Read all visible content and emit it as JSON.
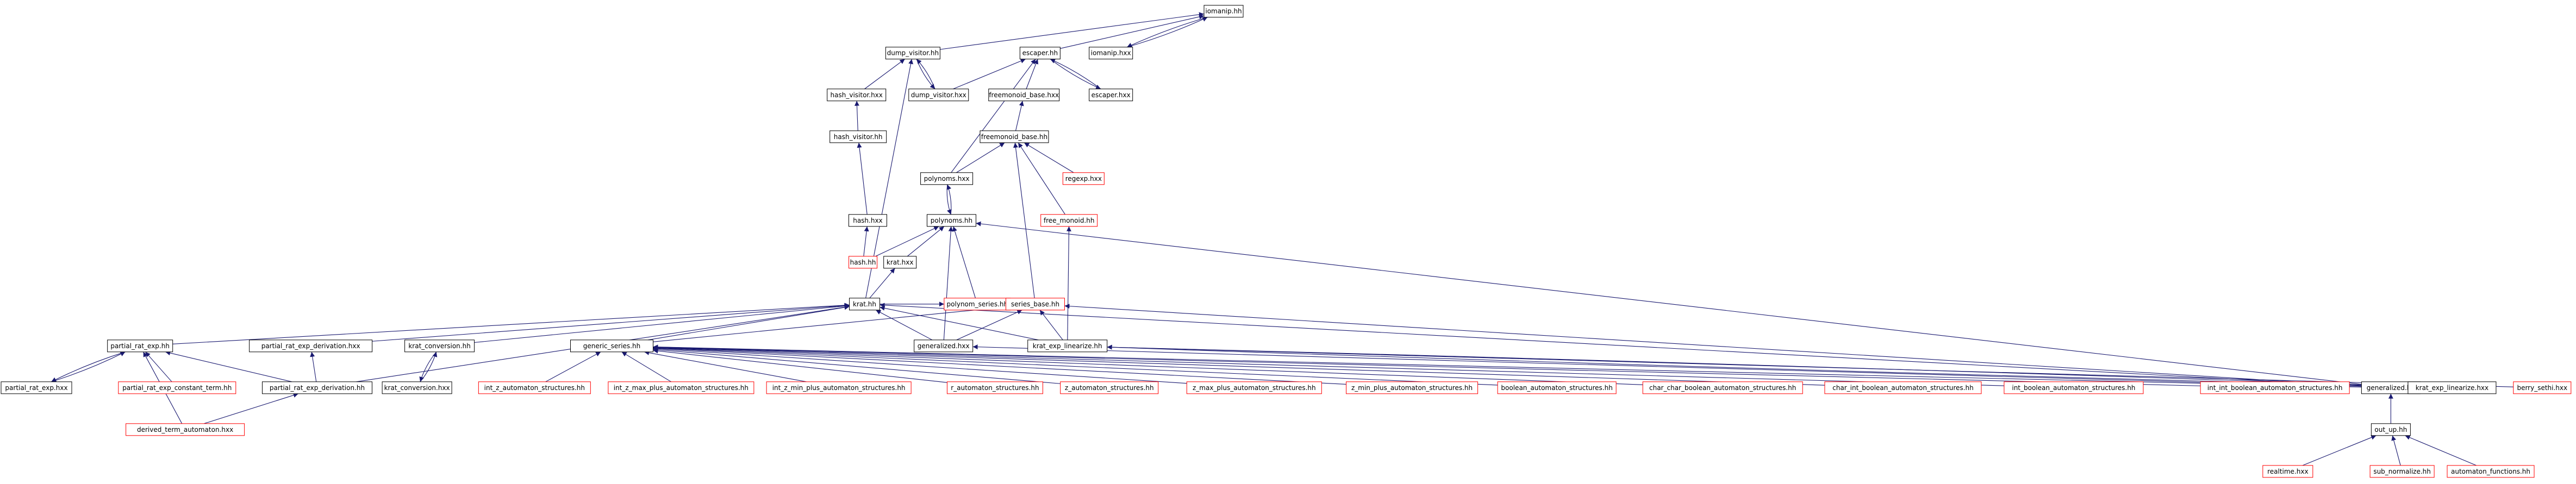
{
  "colors": {
    "edge": "#191970",
    "node_border_default": "#000000",
    "node_border_red": "#ff0000",
    "root_fill": "#bfbfbf",
    "node_fill": "#ffffff",
    "text": "#000000"
  },
  "nodes": [
    {
      "id": "iomanip_hh",
      "label": "iomanip.hh",
      "style": "root"
    },
    {
      "id": "dump_visitor_hh",
      "label": "dump_visitor.hh",
      "style": "black"
    },
    {
      "id": "escaper_hh",
      "label": "escaper.hh",
      "style": "black"
    },
    {
      "id": "iomanip_hxx",
      "label": "iomanip.hxx",
      "style": "black"
    },
    {
      "id": "hash_visitor_hxx",
      "label": "hash_visitor.hxx",
      "style": "black"
    },
    {
      "id": "dump_visitor_hxx",
      "label": "dump_visitor.hxx",
      "style": "black"
    },
    {
      "id": "freemonoid_base_hxx",
      "label": "freemonoid_base.hxx",
      "style": "black"
    },
    {
      "id": "escaper_hxx",
      "label": "escaper.hxx",
      "style": "black"
    },
    {
      "id": "hash_visitor_hh",
      "label": "hash_visitor.hh",
      "style": "black"
    },
    {
      "id": "freemonoid_base_hh",
      "label": "freemonoid_base.hh",
      "style": "black"
    },
    {
      "id": "polynoms_hxx",
      "label": "polynoms.hxx",
      "style": "black"
    },
    {
      "id": "regexp_hxx",
      "label": "regexp.hxx",
      "style": "red"
    },
    {
      "id": "hash_hxx",
      "label": "hash.hxx",
      "style": "black"
    },
    {
      "id": "polynoms_hh",
      "label": "polynoms.hh",
      "style": "black"
    },
    {
      "id": "free_monoid_hh",
      "label": "free_monoid.hh",
      "style": "red"
    },
    {
      "id": "hash_hh",
      "label": "hash.hh",
      "style": "red"
    },
    {
      "id": "krat_hxx",
      "label": "krat.hxx",
      "style": "black"
    },
    {
      "id": "polynom_series_hh",
      "label": "polynom_series.hh",
      "style": "red"
    },
    {
      "id": "krat_hh",
      "label": "krat.hh",
      "style": "black"
    },
    {
      "id": "series_base_hh",
      "label": "series_base.hh",
      "style": "red"
    },
    {
      "id": "partial_rat_exp_hh",
      "label": "partial_rat_exp.hh",
      "style": "black"
    },
    {
      "id": "partial_rat_exp_derivation_hxx",
      "label": "partial_rat_exp_derivation.hxx",
      "style": "black"
    },
    {
      "id": "krat_conversion_hh",
      "label": "krat_conversion.hh",
      "style": "black"
    },
    {
      "id": "generic_series_hh",
      "label": "generic_series.hh",
      "style": "black"
    },
    {
      "id": "krat_exp_linearize_hh",
      "label": "krat_exp_linearize.hh",
      "style": "black"
    },
    {
      "id": "generalized_hxx",
      "label": "generalized.hxx",
      "style": "black"
    },
    {
      "id": "partial_rat_exp_hxx",
      "label": "partial_rat_exp.hxx",
      "style": "black"
    },
    {
      "id": "partial_rat_exp_constant_term_hh",
      "label": "partial_rat_exp_constant_term.hh",
      "style": "red"
    },
    {
      "id": "partial_rat_exp_derivation_hh",
      "label": "partial_rat_exp_derivation.hh",
      "style": "black"
    },
    {
      "id": "krat_conversion_hxx",
      "label": "krat_conversion.hxx",
      "style": "black"
    },
    {
      "id": "int_z_automaton_structures_hh",
      "label": "int_z_automaton_structures.hh",
      "style": "red"
    },
    {
      "id": "int_z_max_plus_automaton_structures_hh",
      "label": "int_z_max_plus_automaton_structures.hh",
      "style": "red"
    },
    {
      "id": "int_z_min_plus_automaton_structures_hh",
      "label": "int_z_min_plus_automaton_structures.hh",
      "style": "red"
    },
    {
      "id": "r_automaton_structures_hh",
      "label": "r_automaton_structures.hh",
      "style": "red"
    },
    {
      "id": "z_automaton_structures_hh",
      "label": "z_automaton_structures.hh",
      "style": "red"
    },
    {
      "id": "z_max_plus_automaton_structures_hh",
      "label": "z_max_plus_automaton_structures.hh",
      "style": "red"
    },
    {
      "id": "z_min_plus_automaton_structures_hh",
      "label": "z_min_plus_automaton_structures.hh",
      "style": "red"
    },
    {
      "id": "boolean_automaton_structures_hh",
      "label": "boolean_automaton_structures.hh",
      "style": "red"
    },
    {
      "id": "char_char_boolean_automaton_structures_hh",
      "label": "char_char_boolean_automaton_structures.hh",
      "style": "red"
    },
    {
      "id": "char_int_boolean_automaton_structures_hh",
      "label": "char_int_boolean_automaton_structures.hh",
      "style": "red"
    },
    {
      "id": "int_boolean_automaton_structures_hh",
      "label": "int_boolean_automaton_structures.hh",
      "style": "red"
    },
    {
      "id": "int_int_boolean_automaton_structures_hh",
      "label": "int_int_boolean_automaton_structures.hh",
      "style": "red"
    },
    {
      "id": "generalized_hh",
      "label": "generalized.hh",
      "style": "black"
    },
    {
      "id": "krat_exp_linearize_hxx",
      "label": "krat_exp_linearize.hxx",
      "style": "black"
    },
    {
      "id": "berry_sethi_hxx",
      "label": "berry_sethi.hxx",
      "style": "red"
    },
    {
      "id": "derived_term_automaton_hxx",
      "label": "derived_term_automaton.hxx",
      "style": "red"
    },
    {
      "id": "out_up_hh",
      "label": "out_up.hh",
      "style": "black"
    },
    {
      "id": "realtime_hxx",
      "label": "realtime.hxx",
      "style": "red"
    },
    {
      "id": "sub_normalize_hh",
      "label": "sub_normalize.hh",
      "style": "red"
    },
    {
      "id": "automaton_functions_hh",
      "label": "automaton_functions.hh",
      "style": "red"
    }
  ],
  "edges": [
    [
      "dump_visitor_hh",
      "iomanip_hh"
    ],
    [
      "escaper_hh",
      "iomanip_hh"
    ],
    [
      "iomanip_hxx",
      "iomanip_hh"
    ],
    [
      "iomanip_hh",
      "iomanip_hxx"
    ],
    [
      "hash_visitor_hxx",
      "dump_visitor_hh"
    ],
    [
      "dump_visitor_hxx",
      "dump_visitor_hh"
    ],
    [
      "dump_visitor_hh",
      "dump_visitor_hxx"
    ],
    [
      "krat_hh",
      "dump_visitor_hh"
    ],
    [
      "dump_visitor_hxx",
      "escaper_hh"
    ],
    [
      "freemonoid_base_hxx",
      "escaper_hh"
    ],
    [
      "escaper_hxx",
      "escaper_hh"
    ],
    [
      "escaper_hh",
      "escaper_hxx"
    ],
    [
      "polynoms_hxx",
      "escaper_hh"
    ],
    [
      "hash_visitor_hh",
      "hash_visitor_hxx"
    ],
    [
      "freemonoid_base_hh",
      "freemonoid_base_hxx"
    ],
    [
      "hash_hxx",
      "hash_visitor_hh"
    ],
    [
      "polynoms_hxx",
      "freemonoid_base_hh"
    ],
    [
      "regexp_hxx",
      "freemonoid_base_hh"
    ],
    [
      "free_monoid_hh",
      "freemonoid_base_hh"
    ],
    [
      "series_base_hh",
      "freemonoid_base_hh"
    ],
    [
      "polynoms_hh",
      "polynoms_hxx"
    ],
    [
      "polynoms_hxx",
      "polynoms_hh"
    ],
    [
      "hash_hh",
      "hash_hxx"
    ],
    [
      "hash_hh",
      "polynoms_hh"
    ],
    [
      "krat_hxx",
      "polynoms_hh"
    ],
    [
      "polynom_series_hh",
      "polynoms_hh"
    ],
    [
      "generalized_hxx",
      "polynoms_hh"
    ],
    [
      "generalized_hh",
      "polynoms_hh"
    ],
    [
      "krat_exp_linearize_hh",
      "free_monoid_hh"
    ],
    [
      "krat_hh",
      "krat_hxx"
    ],
    [
      "krat_hh",
      "polynom_series_hh"
    ],
    [
      "partial_rat_exp_hh",
      "krat_hh"
    ],
    [
      "partial_rat_exp_derivation_hxx",
      "krat_hh"
    ],
    [
      "krat_conversion_hh",
      "krat_hh"
    ],
    [
      "generic_series_hh",
      "krat_hh"
    ],
    [
      "generalized_hxx",
      "krat_hh"
    ],
    [
      "generalized_hh",
      "krat_hh"
    ],
    [
      "krat_exp_linearize_hh",
      "krat_hh"
    ],
    [
      "partial_rat_exp_derivation_hh",
      "krat_hh"
    ],
    [
      "generic_series_hh",
      "series_base_hh"
    ],
    [
      "generalized_hxx",
      "series_base_hh"
    ],
    [
      "krat_exp_linearize_hh",
      "series_base_hh"
    ],
    [
      "generalized_hh",
      "series_base_hh"
    ],
    [
      "partial_rat_exp_hxx",
      "partial_rat_exp_hh"
    ],
    [
      "partial_rat_exp_hh",
      "partial_rat_exp_hxx"
    ],
    [
      "partial_rat_exp_constant_term_hh",
      "partial_rat_exp_hh"
    ],
    [
      "partial_rat_exp_derivation_hh",
      "partial_rat_exp_hh"
    ],
    [
      "derived_term_automaton_hxx",
      "partial_rat_exp_hh"
    ],
    [
      "partial_rat_exp_derivation_hh",
      "partial_rat_exp_derivation_hxx"
    ],
    [
      "krat_conversion_hxx",
      "krat_conversion_hh"
    ],
    [
      "krat_conversion_hh",
      "krat_conversion_hxx"
    ],
    [
      "int_z_automaton_structures_hh",
      "generic_series_hh"
    ],
    [
      "int_z_max_plus_automaton_structures_hh",
      "generic_series_hh"
    ],
    [
      "int_z_min_plus_automaton_structures_hh",
      "generic_series_hh"
    ],
    [
      "r_automaton_structures_hh",
      "generic_series_hh"
    ],
    [
      "z_automaton_structures_hh",
      "generic_series_hh"
    ],
    [
      "z_max_plus_automaton_structures_hh",
      "generic_series_hh"
    ],
    [
      "z_min_plus_automaton_structures_hh",
      "generic_series_hh"
    ],
    [
      "boolean_automaton_structures_hh",
      "generic_series_hh"
    ],
    [
      "char_char_boolean_automaton_structures_hh",
      "generic_series_hh"
    ],
    [
      "char_int_boolean_automaton_structures_hh",
      "generic_series_hh"
    ],
    [
      "int_boolean_automaton_structures_hh",
      "generic_series_hh"
    ],
    [
      "int_int_boolean_automaton_structures_hh",
      "generic_series_hh"
    ],
    [
      "generalized_hh",
      "generic_series_hh"
    ],
    [
      "krat_exp_linearize_hxx",
      "krat_exp_linearize_hh"
    ],
    [
      "krat_exp_linearize_hh",
      "krat_exp_linearize_hxx"
    ],
    [
      "berry_sethi_hxx",
      "krat_exp_linearize_hh"
    ],
    [
      "generalized_hh",
      "generalized_hxx"
    ],
    [
      "derived_term_automaton_hxx",
      "partial_rat_exp_derivation_hh"
    ],
    [
      "out_up_hh",
      "generalized_hh"
    ],
    [
      "realtime_hxx",
      "out_up_hh"
    ],
    [
      "sub_normalize_hh",
      "out_up_hh"
    ],
    [
      "automaton_functions_hh",
      "out_up_hh"
    ]
  ]
}
